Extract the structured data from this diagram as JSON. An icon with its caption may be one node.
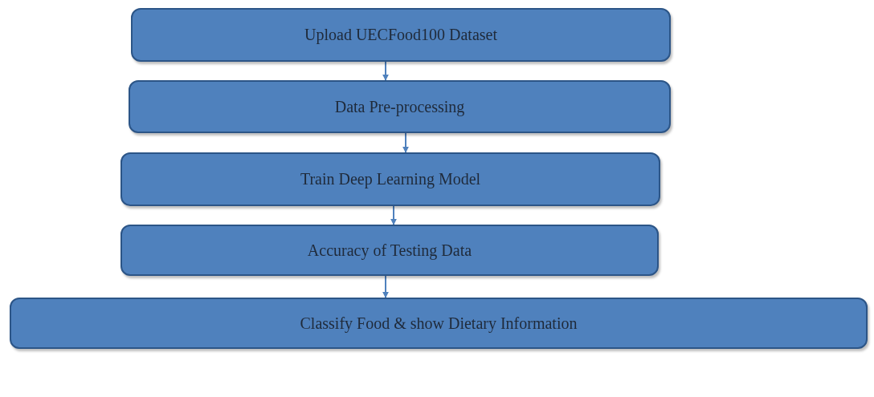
{
  "diagram": {
    "nodes": [
      {
        "text": [
          "Upload UECFood100 Dataset"
        ]
      },
      {
        "text": [
          "Data Pre-processing"
        ]
      },
      {
        "text": [
          "Train Deep Learning Model"
        ]
      },
      {
        "text": [
          "Accuracy of Testing Data"
        ]
      },
      {
        "text": [
          "Classify Food & show Dietary Information"
        ]
      }
    ],
    "edges": [
      {
        "from": 0,
        "to": 1,
        "arrow": "to"
      },
      {
        "from": 1,
        "to": 2,
        "arrow": "to"
      },
      {
        "from": 2,
        "to": 3,
        "arrow": "to"
      },
      {
        "from": 3,
        "to": 4,
        "arrow": "to"
      }
    ]
  }
}
